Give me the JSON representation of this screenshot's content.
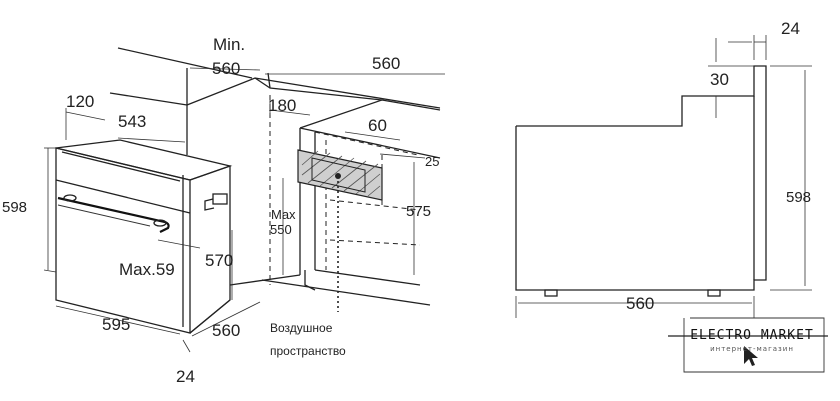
{
  "diagram": {
    "left_view": {
      "labels": {
        "min": "Min.",
        "d560_top": "560",
        "d560_top_right": "560",
        "d120": "120",
        "d543": "543",
        "d180": "180",
        "d60": "60",
        "d25": "25",
        "d598": "598",
        "max_text": "Max",
        "d550": "550",
        "d575": "575",
        "max59": "Max.59",
        "d570": "570",
        "d595": "595",
        "d560_bottom": "560",
        "d24": "24",
        "air_line1": "Воздушное",
        "air_line2": "пространство"
      }
    },
    "right_view": {
      "labels": {
        "d24": "24",
        "d30": "30",
        "d598": "598",
        "d560": "560"
      }
    }
  },
  "logo": {
    "title": "ELECTRO MARKET",
    "subtitle": "интернет-магазин"
  }
}
